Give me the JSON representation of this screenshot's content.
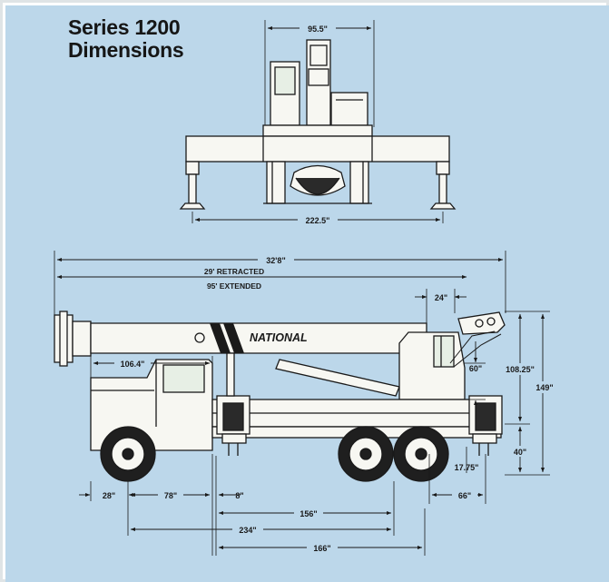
{
  "title": {
    "line1": "Series 1200",
    "line2": "Dimensions"
  },
  "brand": "NATIONAL",
  "dims": {
    "top_width": "95.5\"",
    "outrigger_span": "222.5\"",
    "overall_length": "32'8\"",
    "boom_retracted": "29' RETRACTED",
    "boom_extended": "95' EXTENDED",
    "front_overhang": "106.4\"",
    "counterweight": "24\"",
    "cab_height": "60\"",
    "boom_pivot_height": "108.25\"",
    "overall_height": "149\"",
    "frame_height": "40\"",
    "ground_clearance": "17.75\"",
    "front_bumper": "28\"",
    "wheelbase_front": "78\"",
    "outrigger_front": "8\"",
    "rear_overhang": "66\"",
    "span_156": "156\"",
    "span_234": "234\"",
    "span_166": "166\""
  },
  "colors": {
    "background": "#bcd7ea",
    "line": "#1a1a1a",
    "body": "#f7f7f2"
  }
}
